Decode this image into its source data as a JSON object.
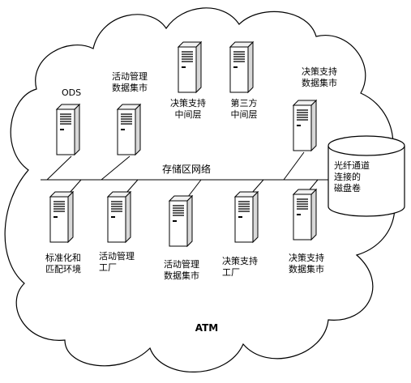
{
  "network": {
    "label": "存储区网络"
  },
  "cloud": {
    "label": "ATM"
  },
  "storage": {
    "lines": [
      "光纤通道",
      "连接的",
      "磁盘卷"
    ]
  },
  "top_nodes": [
    {
      "lines": [
        "ODS"
      ]
    },
    {
      "lines": [
        "活动管理",
        "数据集市"
      ]
    },
    {
      "lines": [
        "决策支持",
        "中间层"
      ]
    },
    {
      "lines": [
        "第三方",
        "中间层"
      ]
    },
    {
      "lines": [
        "决策支持",
        "数据集市"
      ]
    }
  ],
  "bottom_nodes": [
    {
      "lines": [
        "标准化和",
        "匹配环境"
      ]
    },
    {
      "lines": [
        "活动管理",
        "工厂"
      ]
    },
    {
      "lines": [
        "活动管理",
        "数据集市"
      ]
    },
    {
      "lines": [
        "决策支持",
        "工厂"
      ]
    },
    {
      "lines": [
        "决策支持",
        "数据集市"
      ]
    }
  ]
}
